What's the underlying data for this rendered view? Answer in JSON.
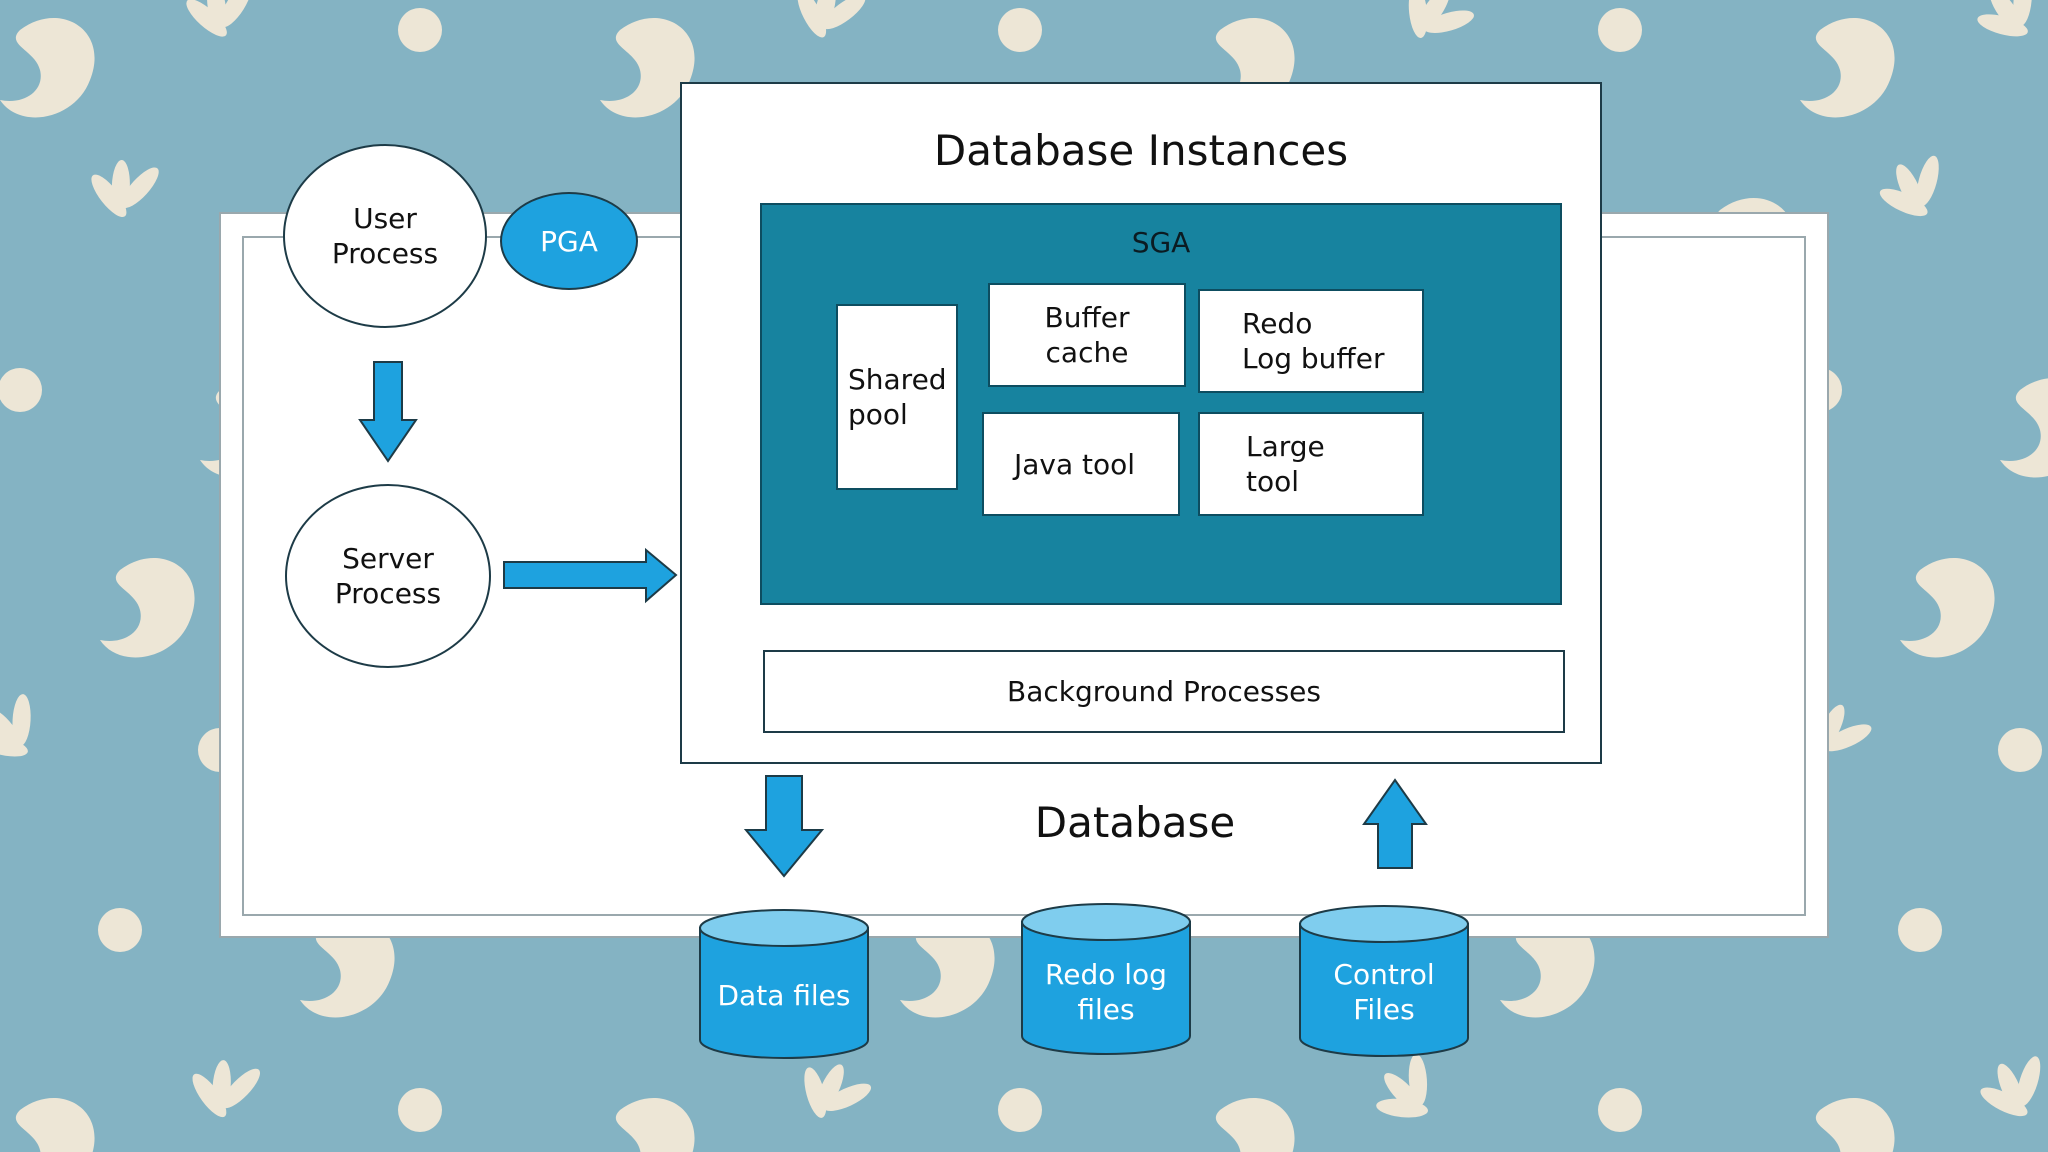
{
  "diagram": {
    "instance_title": "Database Instances",
    "sga_label": "SGA",
    "memory_components": {
      "shared_pool": "Shared\npool",
      "buffer_cache": "Buffer\ncache",
      "redo_log_buffer": "Redo\nLog buffer",
      "java_tool": "Java tool",
      "large_tool": "Large\ntool"
    },
    "background_processes": "Background Processes",
    "database_label": "Database",
    "user_process": "User\nProcess",
    "pga": "PGA",
    "server_process": "Server\nProcess",
    "files": {
      "data_files": "Data files",
      "redo_log_files": "Redo log\nfiles",
      "control_files": "Control\nFiles"
    }
  },
  "colors": {
    "background": "#84b3c3",
    "pattern": "#ede6d6",
    "sga": "#17839f",
    "accent_blue": "#1ea2df",
    "cylinder_top": "#7fcdee",
    "outline": "#1d3b47"
  }
}
